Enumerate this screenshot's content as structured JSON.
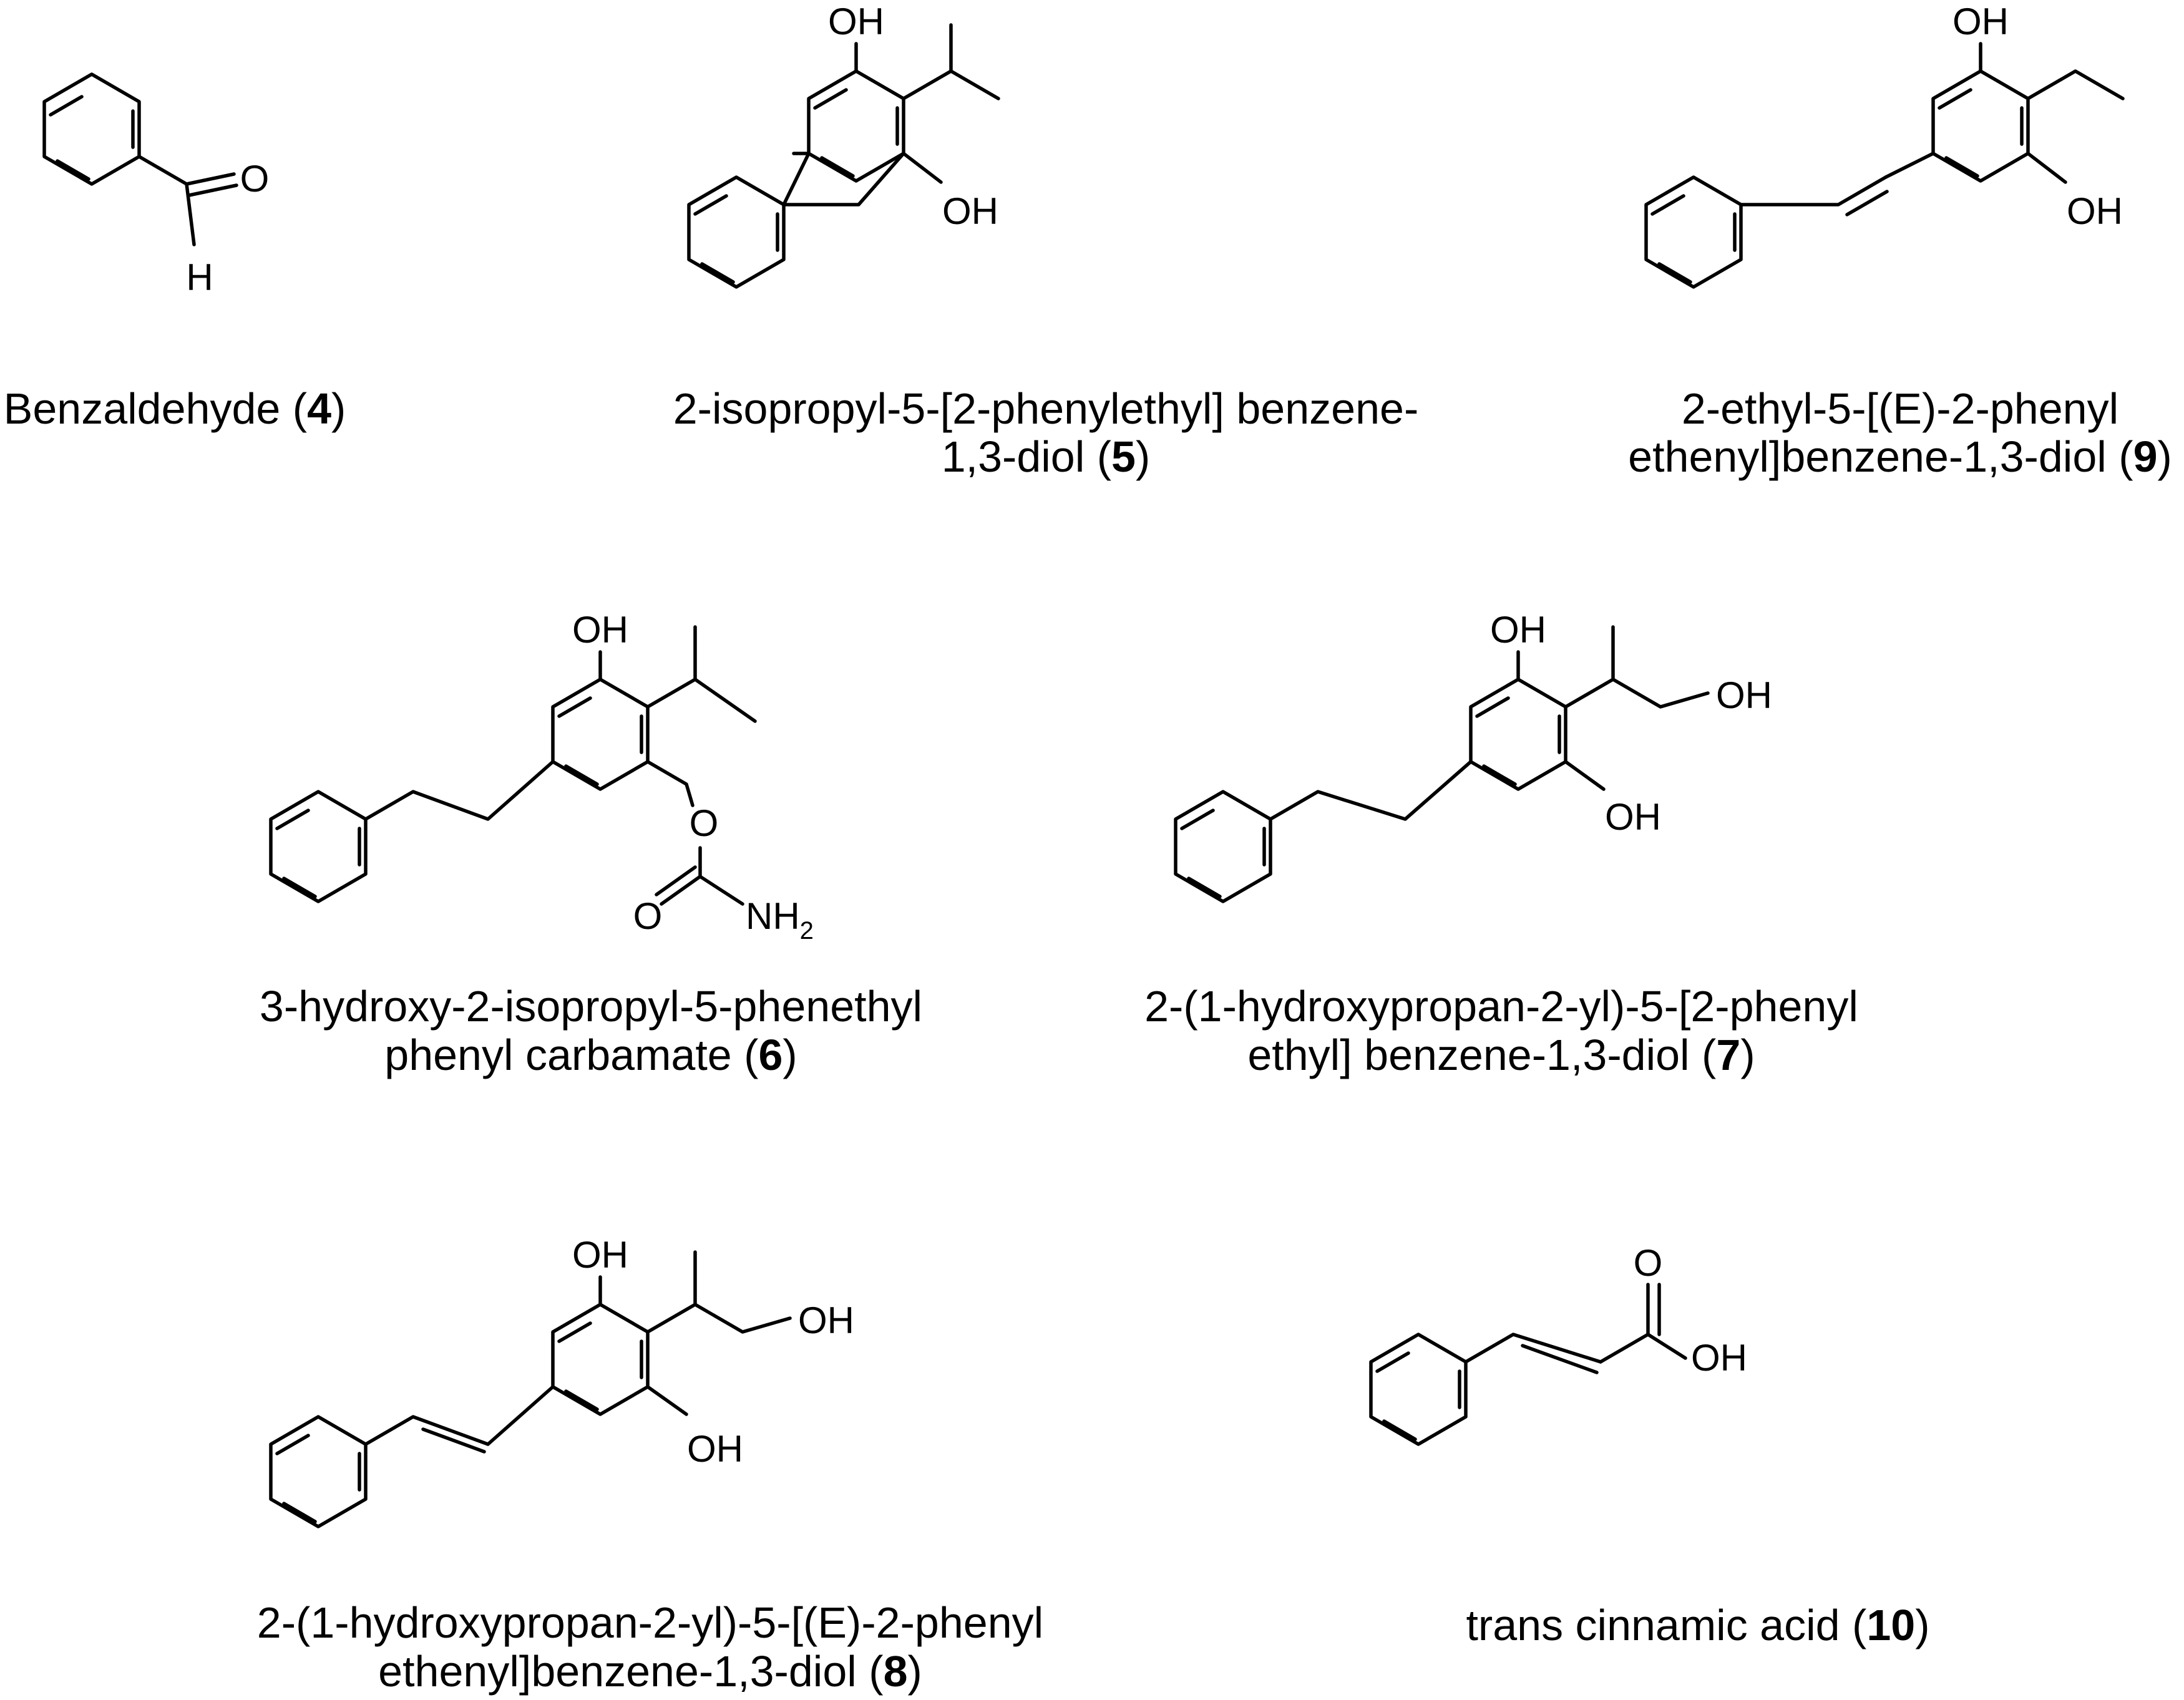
{
  "atoms": {
    "oxygen": "O",
    "hydrogen": "H",
    "hydroxyl": "OH",
    "amine": "NH",
    "amine_subscript": "2"
  },
  "compounds": [
    {
      "id": "4",
      "caption_lines": [
        [
          "Benzaldehyde (",
          ")"
        ]
      ]
    },
    {
      "id": "5",
      "caption_lines": [
        [
          "2-isopropyl-5-[2-phenylethyl] benzene-",
          ""
        ],
        [
          "1,3-diol (",
          ")"
        ]
      ]
    },
    {
      "id": "9",
      "caption_lines": [
        [
          "2-ethyl-5-[(E)-2-phenyl",
          ""
        ],
        [
          "ethenyl]benzene-1,3-diol (",
          ")"
        ]
      ]
    },
    {
      "id": "6",
      "caption_lines": [
        [
          "3-hydroxy-2-isopropyl-5-phenethyl",
          ""
        ],
        [
          "phenyl carbamate (",
          ")"
        ]
      ]
    },
    {
      "id": "7",
      "caption_lines": [
        [
          "2-(1-hydroxypropan-2-yl)-5-[2-phenyl",
          ""
        ],
        [
          "ethyl] benzene-1,3-diol (",
          ")"
        ]
      ]
    },
    {
      "id": "8",
      "caption_lines": [
        [
          "2-(1-hydroxypropan-2-yl)-5-[(E)-2-phenyl",
          ""
        ],
        [
          "ethenyl]benzene-1,3-diol (",
          ")"
        ]
      ]
    },
    {
      "id": "10",
      "caption_lines": [
        [
          "trans cinnamic acid (",
          ")"
        ]
      ]
    }
  ]
}
